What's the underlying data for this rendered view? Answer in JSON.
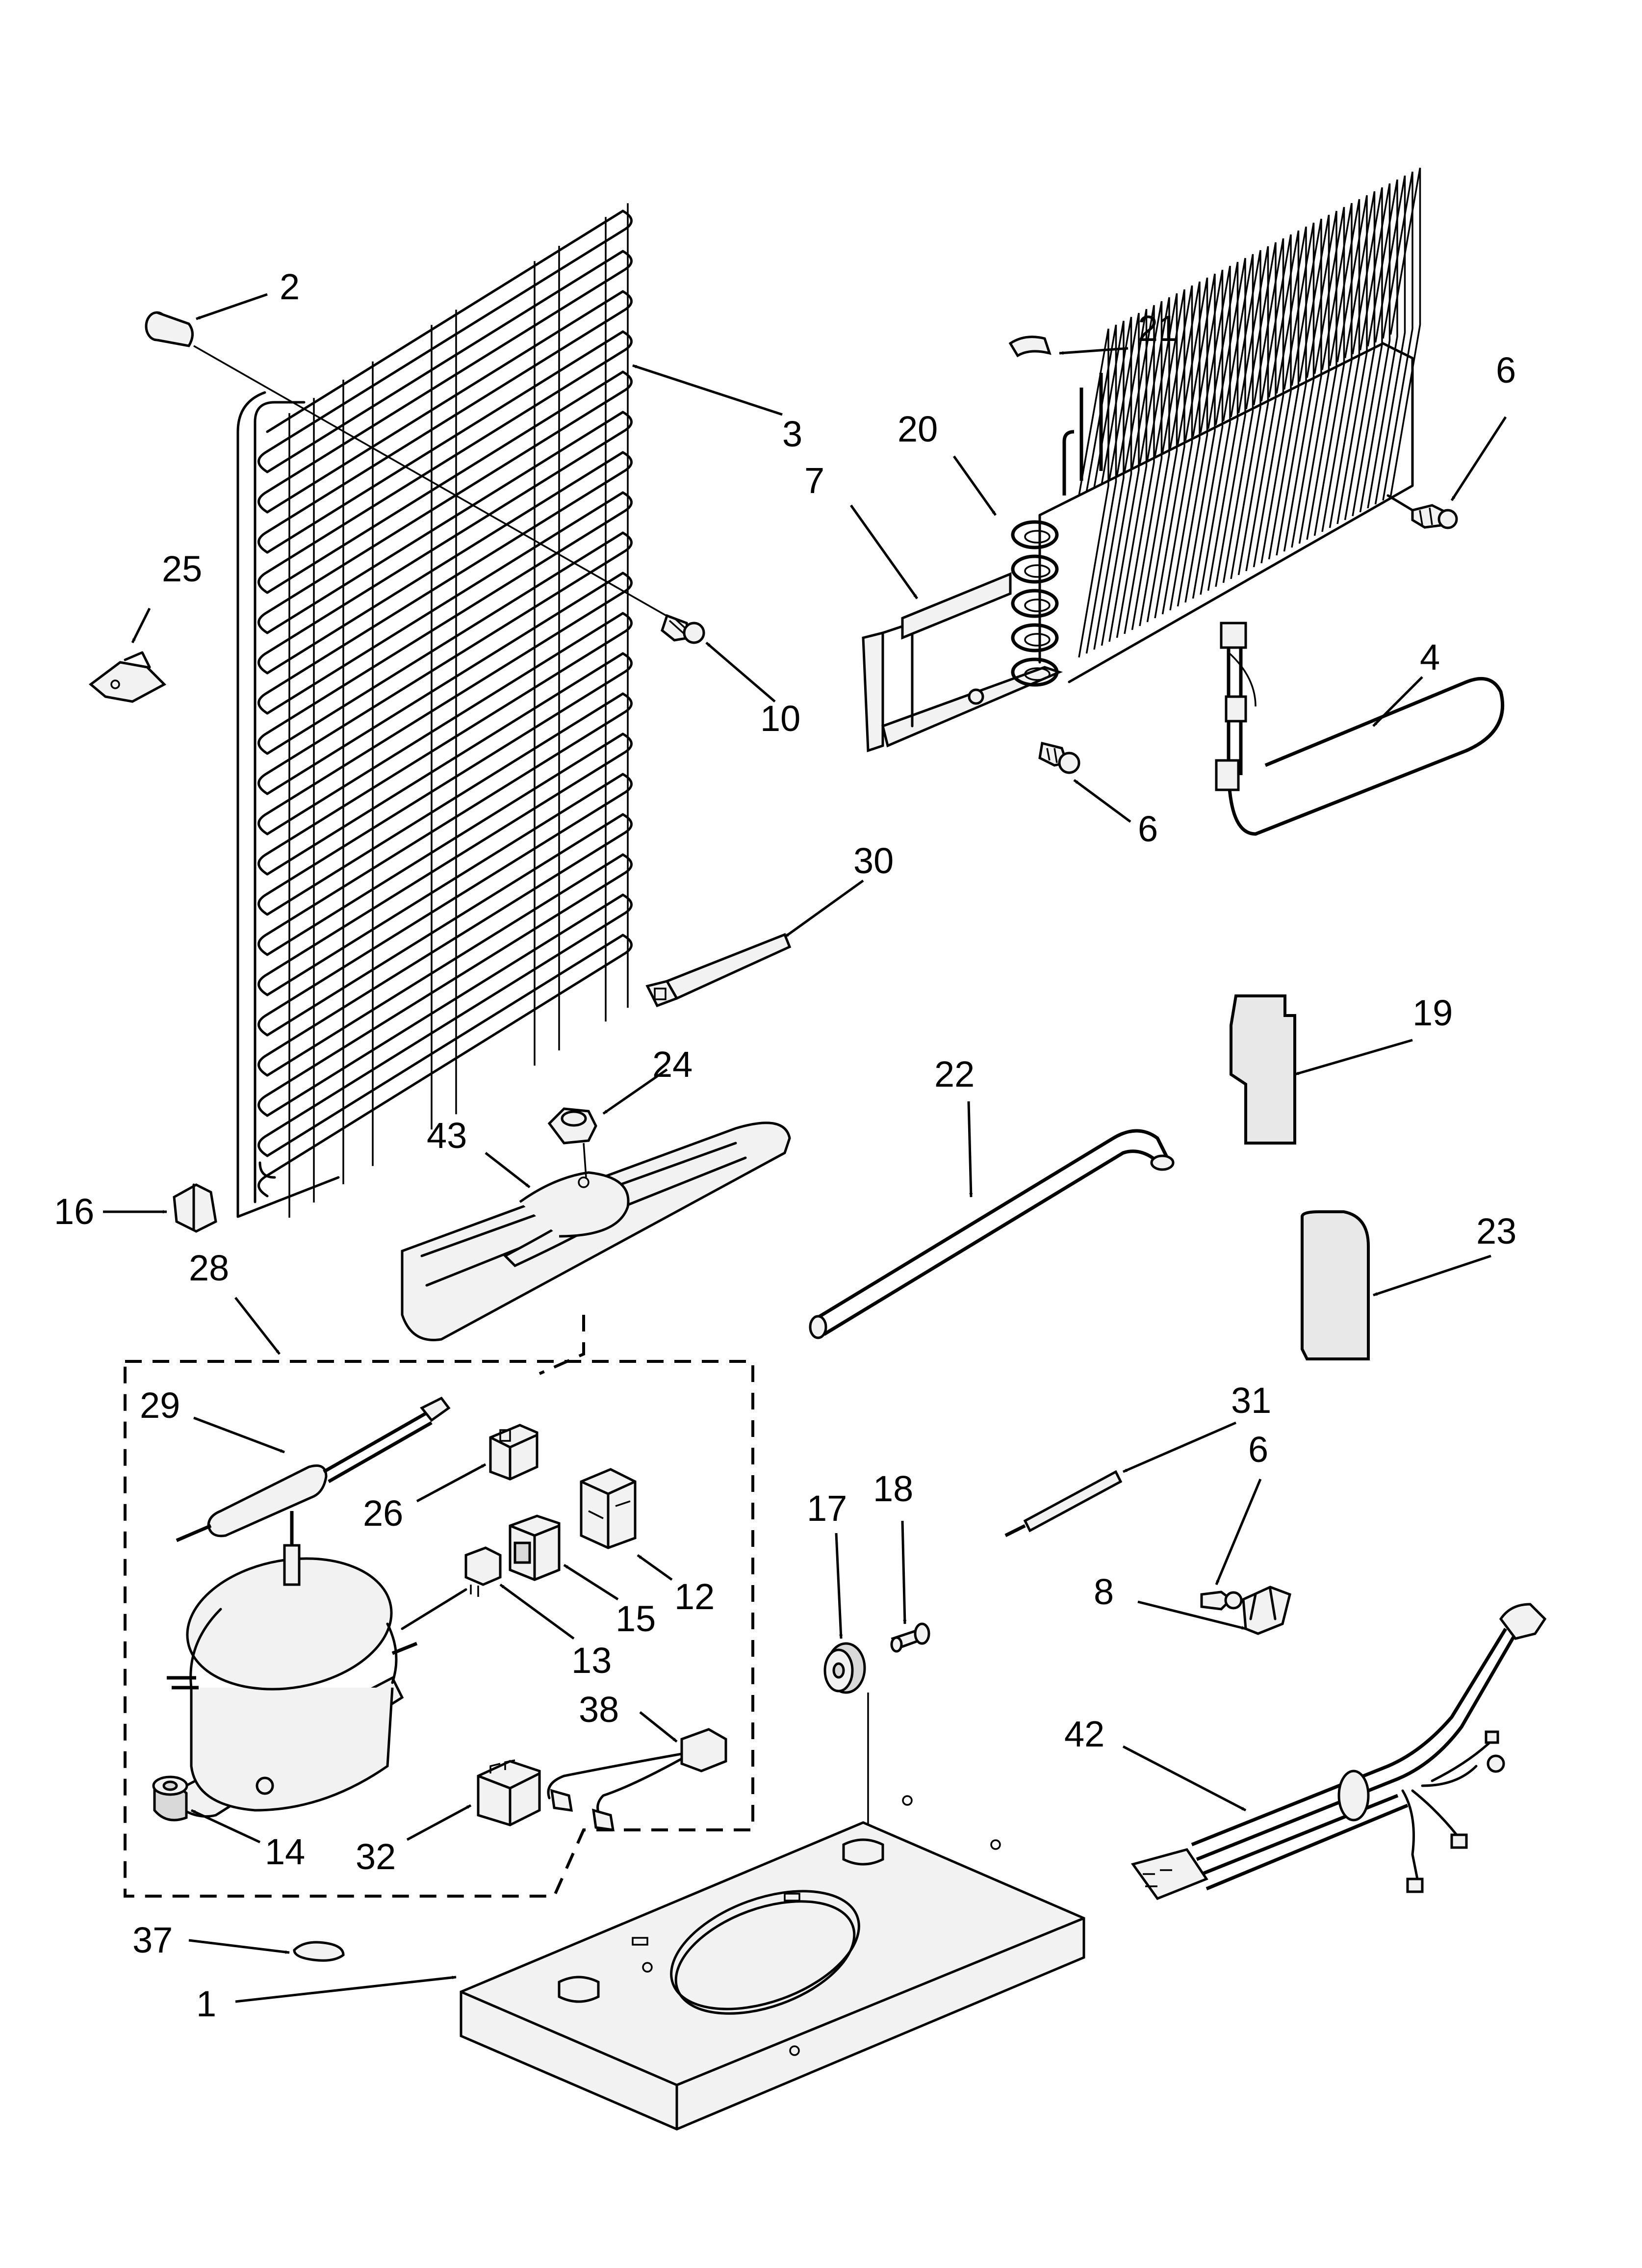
{
  "diagram": {
    "callouts": [
      {
        "id": "c2",
        "label": "2"
      },
      {
        "id": "c3",
        "label": "3"
      },
      {
        "id": "c21",
        "label": "21"
      },
      {
        "id": "c6a",
        "label": "6"
      },
      {
        "id": "c20",
        "label": "20"
      },
      {
        "id": "c7",
        "label": "7"
      },
      {
        "id": "c25",
        "label": "25"
      },
      {
        "id": "c10",
        "label": "10"
      },
      {
        "id": "c4",
        "label": "4"
      },
      {
        "id": "c6b",
        "label": "6"
      },
      {
        "id": "c30",
        "label": "30"
      },
      {
        "id": "c19",
        "label": "19"
      },
      {
        "id": "c24",
        "label": "24"
      },
      {
        "id": "c43",
        "label": "43"
      },
      {
        "id": "c22",
        "label": "22"
      },
      {
        "id": "c16",
        "label": "16"
      },
      {
        "id": "c28",
        "label": "28"
      },
      {
        "id": "c23",
        "label": "23"
      },
      {
        "id": "c29",
        "label": "29"
      },
      {
        "id": "c31",
        "label": "31"
      },
      {
        "id": "c6c",
        "label": "6"
      },
      {
        "id": "c26",
        "label": "26"
      },
      {
        "id": "c17",
        "label": "17"
      },
      {
        "id": "c18",
        "label": "18"
      },
      {
        "id": "c12",
        "label": "12"
      },
      {
        "id": "c15",
        "label": "15"
      },
      {
        "id": "c8",
        "label": "8"
      },
      {
        "id": "c13",
        "label": "13"
      },
      {
        "id": "c38",
        "label": "38"
      },
      {
        "id": "c42",
        "label": "42"
      },
      {
        "id": "c14",
        "label": "14"
      },
      {
        "id": "c32",
        "label": "32"
      },
      {
        "id": "c37",
        "label": "37"
      },
      {
        "id": "c1",
        "label": "1"
      }
    ]
  }
}
